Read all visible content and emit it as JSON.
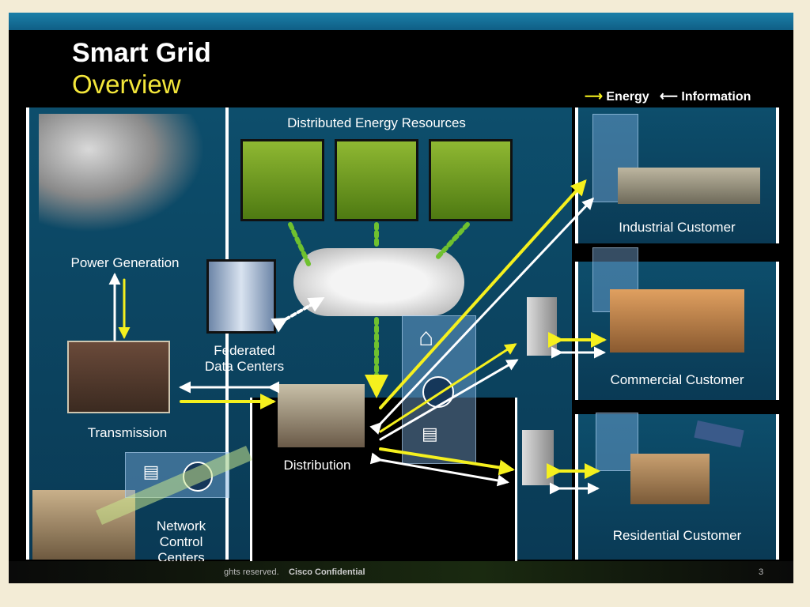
{
  "title": {
    "line1": "Smart Grid",
    "line2": "Overview"
  },
  "legend": {
    "energy": "Energy",
    "information": "Information"
  },
  "nodes": {
    "power_generation": "Power Generation",
    "transmission": "Transmission",
    "network_control": "Network\nControl\nCenters",
    "der": "Distributed Energy Resources",
    "federated": "Federated\nData Centers",
    "distribution": "Distribution",
    "industrial": "Industrial Customer",
    "commercial": "Commercial Customer",
    "residential": "Residential Customer"
  },
  "footer": {
    "rights": "ghts reserved.",
    "confidential": "Cisco Confidential",
    "page": "3"
  },
  "colors": {
    "energy": "#f5f01e",
    "information": "#ffffff",
    "panel": "#0d4e6c",
    "title_accent": "#f3e63a"
  }
}
